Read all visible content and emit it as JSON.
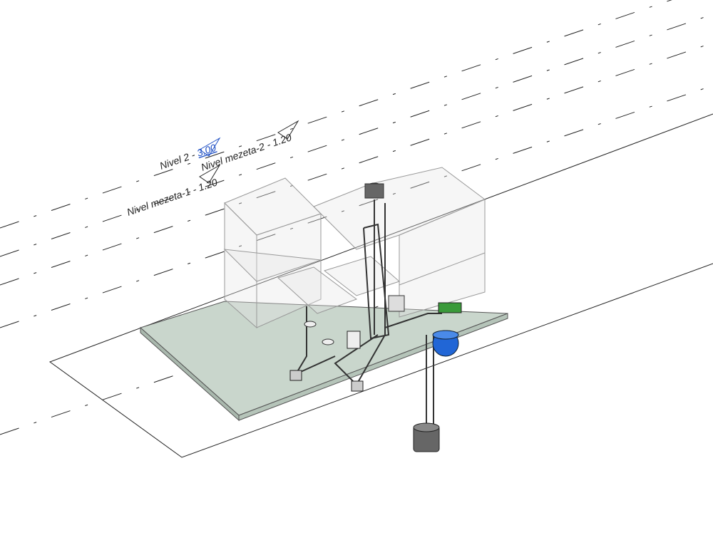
{
  "view": {
    "type": "3D view"
  },
  "levels": [
    {
      "name": "Nivel 2",
      "elevation": "3.00",
      "selected": true
    },
    {
      "name": "Nivel mezeta-1",
      "elevation": "1.20",
      "selected": false
    },
    {
      "name": "Nivel mezeta-2",
      "elevation": "1.20",
      "selected": false
    }
  ],
  "colors": {
    "slab": "#c9d6cc",
    "tank": "#2166d6",
    "pump": "#3a9a3a",
    "selected_level": "#1e4fc4"
  }
}
